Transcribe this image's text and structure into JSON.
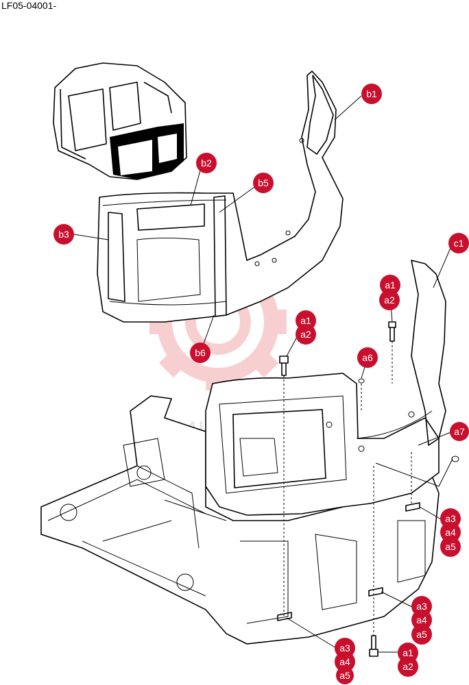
{
  "drawing_code": "LF05-04001-",
  "watermark_text": "ИНТЕХ",
  "colors": {
    "callout": "#c8102e",
    "watermark": "#f3a9ad"
  },
  "callouts": {
    "b1": "b1",
    "b2": "b2",
    "b3": "b3",
    "b5": "b5",
    "b6": "b6",
    "c1": "c1",
    "a1_top": "a1",
    "a2_top": "a2",
    "a1_mid": "a1",
    "a2_mid": "a2",
    "a6": "a6",
    "a7": "a7",
    "a3_right": "a3",
    "a4_right": "a4",
    "a5_right": "a5",
    "a3_mid": "a3",
    "a4_mid": "a4",
    "a5_mid": "a5",
    "a3_bottom": "a3",
    "a4_bottom": "a4",
    "a5_bottom": "a5",
    "a1_bottom": "a1",
    "a2_bottom": "a2"
  }
}
